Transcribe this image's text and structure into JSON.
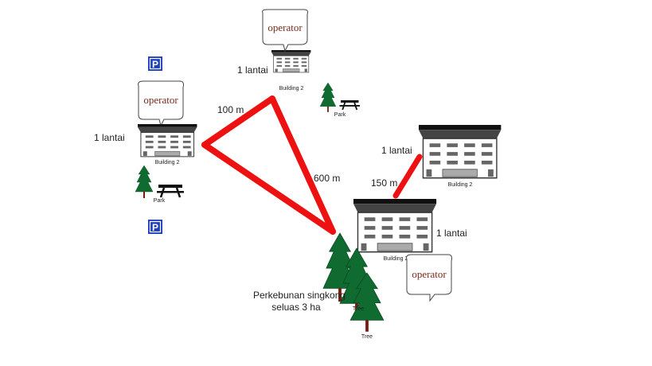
{
  "labels": {
    "floor_top": "1 lantai",
    "floor_left": "1 lantai",
    "floor_right": "1 lantai",
    "floor_bottom": "1 lantai",
    "dist_left": "100 m",
    "dist_diag": "600 m",
    "dist_right": "150 m",
    "plantation_line1": "Perkebunan singkong",
    "plantation_line2": "seluas 3 ha"
  },
  "buildings": {
    "top": "Building 2",
    "left": "Building 2",
    "right": "Building 2",
    "bottom": "Building 2"
  },
  "operators": {
    "top": "operator",
    "left": "operator",
    "bottom": "operator"
  },
  "parks": {
    "top": "Park",
    "left": "Park"
  },
  "trees": {
    "tree1": "Tree",
    "tree2": "Tree"
  },
  "parking": {
    "symbol": "P"
  },
  "colors": {
    "route": "#ee1111",
    "tree": "#0f6b2f",
    "trunk": "#7a1c0c",
    "parking": "#1f3fbf",
    "operator_text": "#7a2a1a"
  }
}
